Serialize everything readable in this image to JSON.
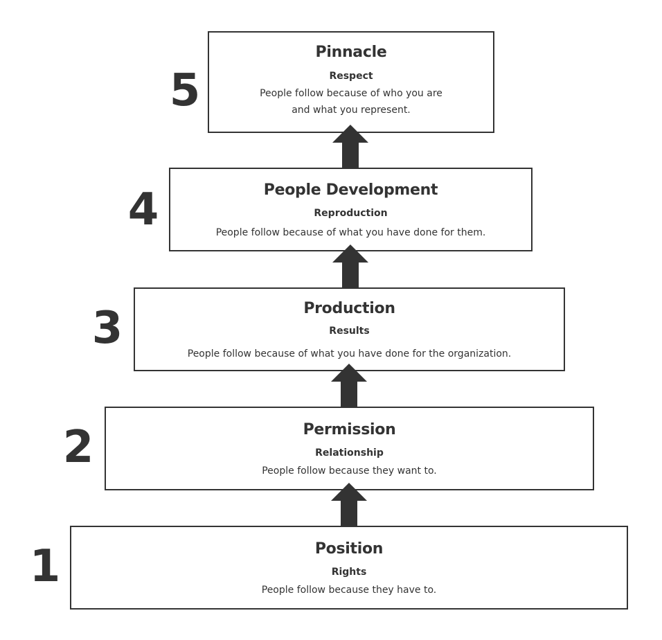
{
  "levels": [
    {
      "number": "5",
      "title": "Pinnacle",
      "subtitle": "Respect",
      "description_line1": "People follow because of who you are",
      "description_line2": "and what you represent."
    },
    {
      "number": "4",
      "title": "People Development",
      "subtitle": "Reproduction",
      "description_line1": "People follow because of what you have done for them."
    },
    {
      "number": "3",
      "title": "Production",
      "subtitle": "Results",
      "description_line1": "People follow because of what you have done for the organization."
    },
    {
      "number": "2",
      "title": "Permission",
      "subtitle": "Relationship",
      "description_line1": "People follow because they want to."
    },
    {
      "number": "1",
      "title": "Position",
      "subtitle": "Rights",
      "description_line1": "People follow because they have to."
    }
  ],
  "colors": {
    "ink": "#333333",
    "background": "#ffffff"
  },
  "icons": {
    "connector": "arrow-up-icon"
  }
}
